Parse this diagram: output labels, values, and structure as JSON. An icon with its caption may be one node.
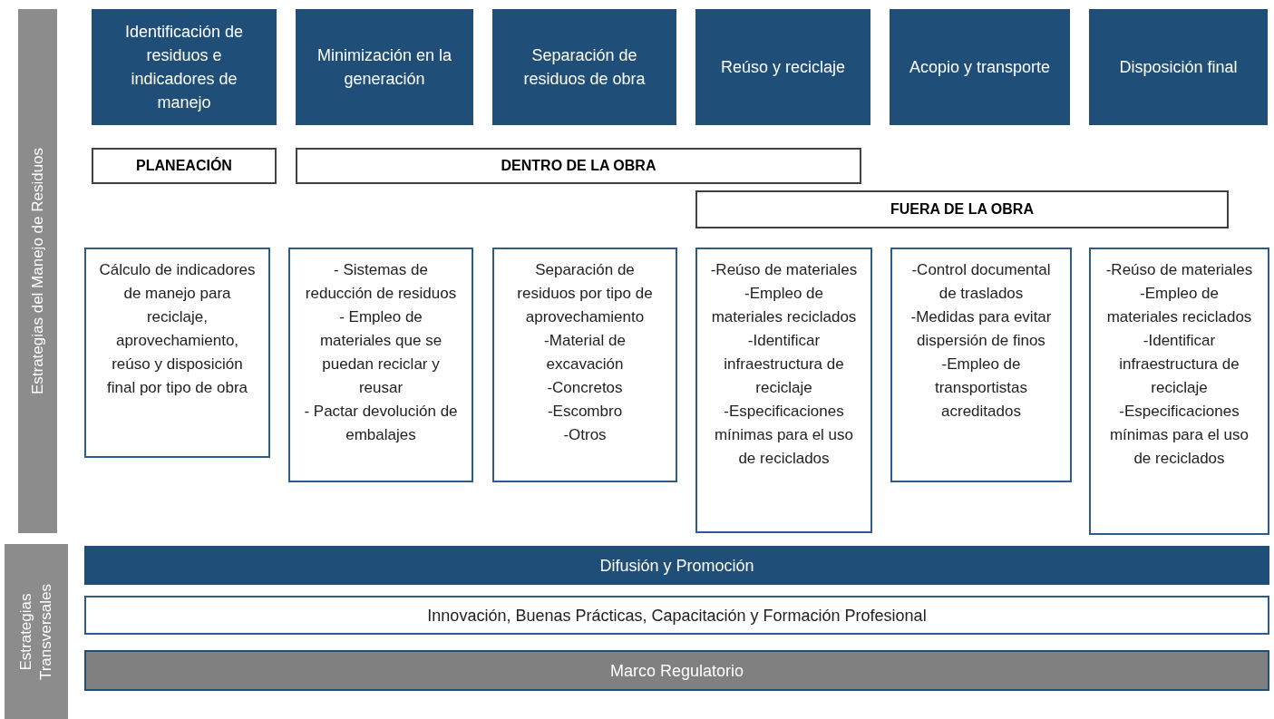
{
  "diagram": {
    "nodes": [
      {
        "text": [
          "Estrategias del Manejo de Residuos"
        ]
      },
      {
        "text": [
          "Identificación de residuos e indicadores de manejo"
        ]
      },
      {
        "text": [
          "Minimización en la generación"
        ]
      },
      {
        "text": [
          "Separación de residuos de obra"
        ]
      },
      {
        "text": [
          "Reúso y reciclaje"
        ]
      },
      {
        "text": [
          "Acopio y transporte"
        ]
      },
      {
        "text": [
          "Disposición final"
        ]
      },
      {
        "text": [
          "PLANEACIÓN"
        ]
      },
      {
        "text": [
          "DENTRO DE LA OBRA"
        ]
      },
      {
        "text": [
          "FUERA DE LA OBRA"
        ]
      },
      {
        "text": [
          "Cálculo de indicadores de manejo para reciclaje, aprovechamiento, reúso y disposición final por tipo de obra"
        ]
      },
      {
        "text": [
          "- Sistemas de reducción de residuos",
          "- Empleo de materiales que se puedan reciclar y reusar",
          "- Pactar devolución de embalajes"
        ]
      },
      {
        "text": [
          "Separación de residuos por tipo de aprovechamiento",
          "-Material de excavación",
          "-Concretos",
          "-Escombro",
          "-Otros"
        ]
      },
      {
        "text": [
          "-Reúso de materiales",
          "-Empleo de materiales reciclados",
          "-Identificar infraestructura de reciclaje",
          "-Especificaciones mínimas para el uso de reciclados"
        ]
      },
      {
        "text": [
          "-Control documental de traslados",
          "-Medidas para evitar dispersión de finos",
          "-Empleo de transportistas acreditados"
        ]
      },
      {
        "text": [
          "-Reúso de materiales",
          "-Empleo de materiales reciclados",
          "-Identificar infraestructura de reciclaje",
          "-Especificaciones mínimas para el uso de reciclados"
        ]
      },
      {
        "text": [
          "Estrategias Transversales"
        ]
      },
      {
        "text": [
          "Difusión y Promoción"
        ]
      },
      {
        "text": [
          "Innovación, Buenas Prácticas, Capacitación y Formación Profesional"
        ]
      },
      {
        "text": [
          "Marco Regulatorio"
        ]
      }
    ]
  }
}
